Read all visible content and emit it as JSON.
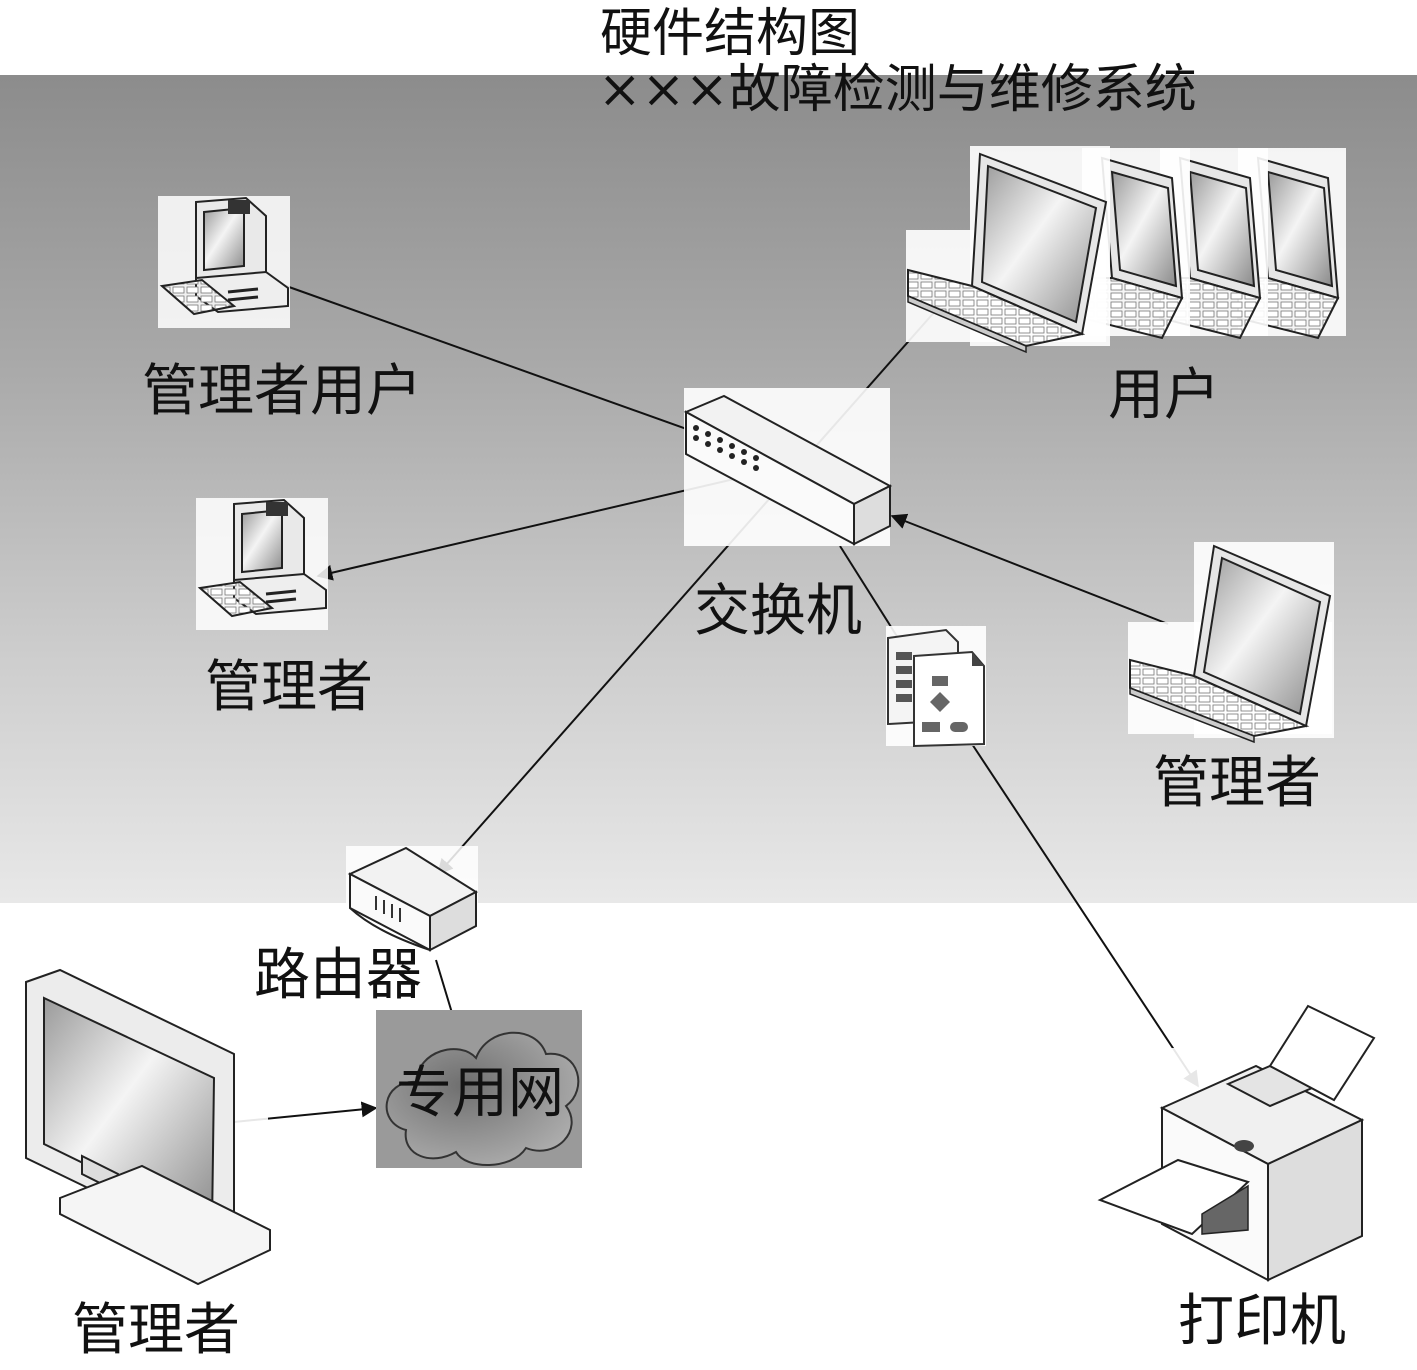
{
  "title": {
    "line1": "硬件结构图",
    "line2": "×××故障检测与维修系统"
  },
  "nodes": {
    "admin_user": "管理者用户",
    "users": "用户",
    "switch": "交换机",
    "admin_desktop": "管理者",
    "admin_laptop": "管理者",
    "router": "路由器",
    "private_network": "专用网",
    "admin_monitor": "管理者",
    "printer": "打印机"
  },
  "colors": {
    "band_top": "#8c8c8c",
    "band_bottom": "#e8e8e8",
    "line": "#111111"
  }
}
